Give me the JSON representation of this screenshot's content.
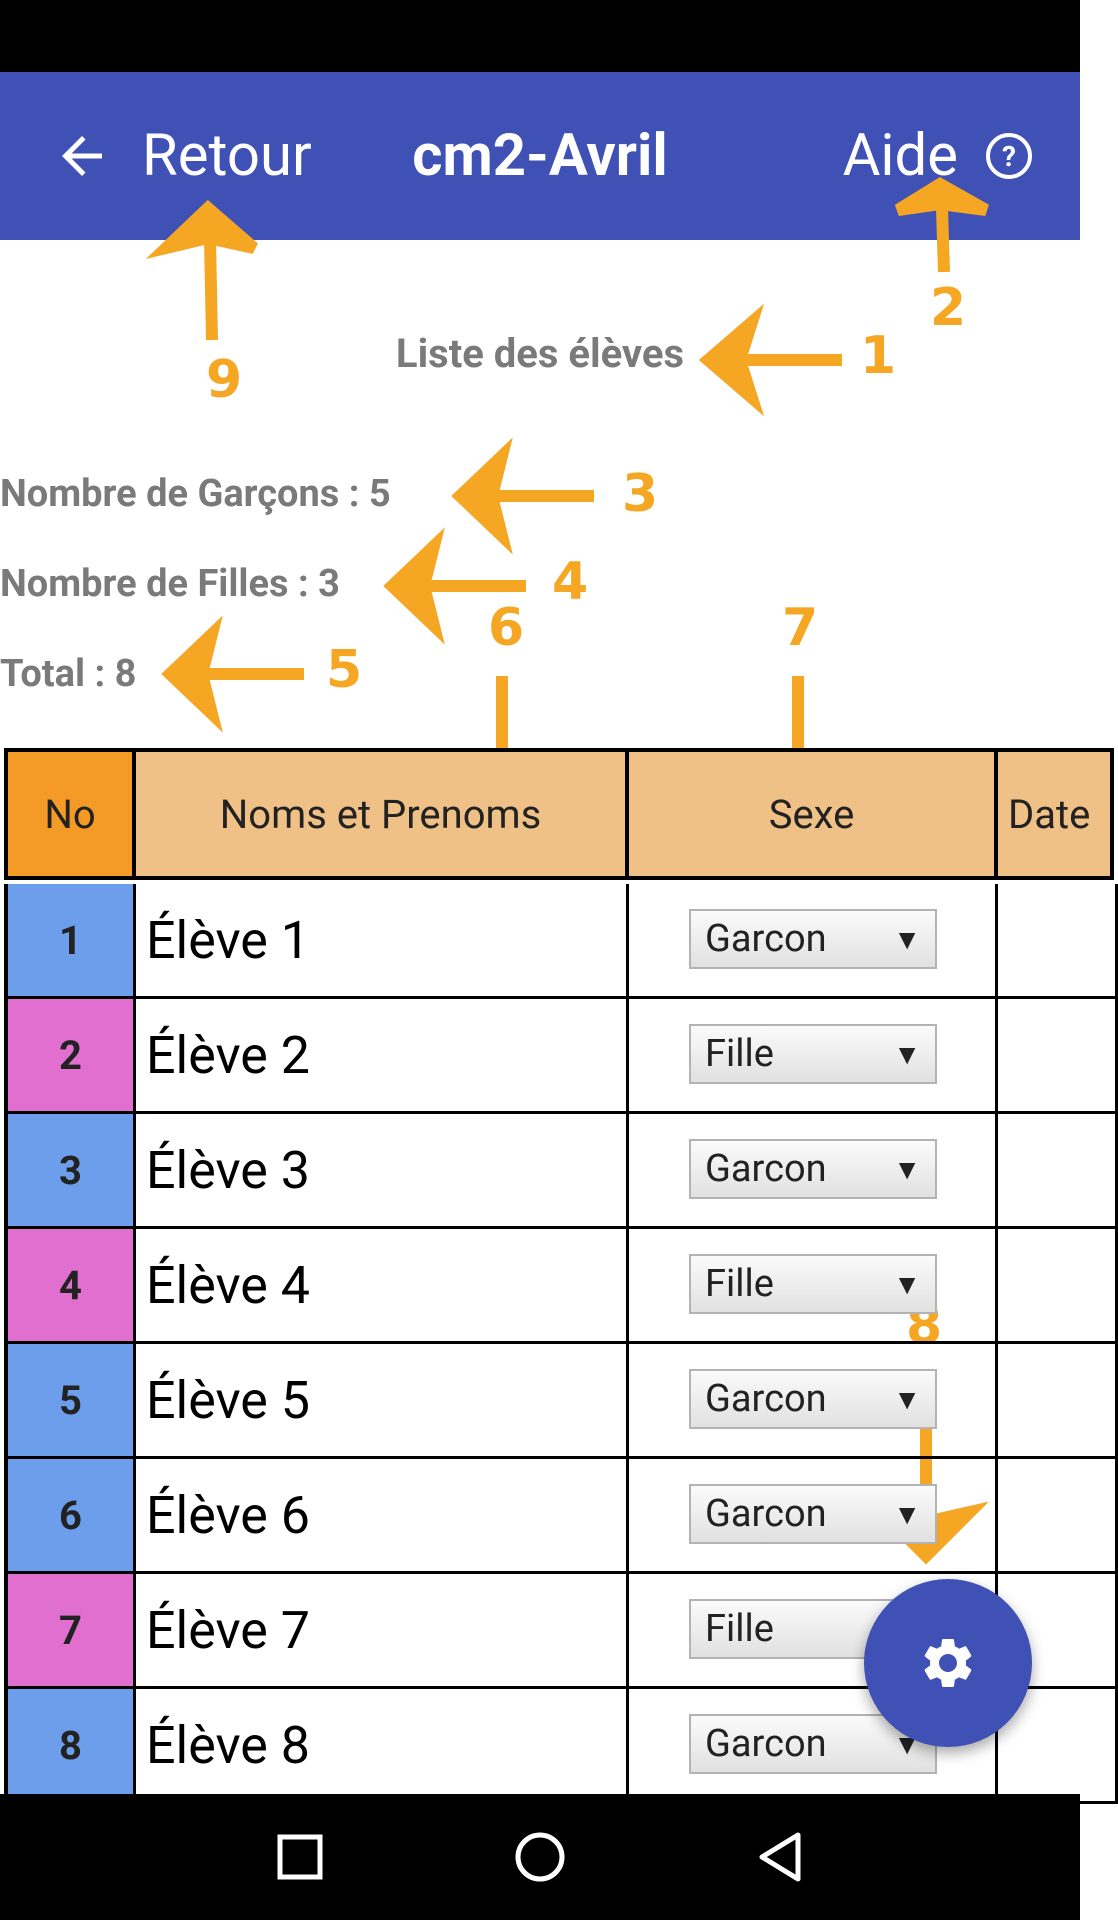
{
  "app_bar": {
    "back_label": "Retour",
    "title": "cm2-Avril",
    "help_label": "Aide",
    "color": "#3f51b5"
  },
  "subtitle": "Liste des élèves",
  "stats": {
    "boys": "Nombre de Garçons : 5",
    "girls": "Nombre de Filles : 3",
    "total": "Total : 8"
  },
  "table": {
    "headers": [
      "No",
      "Noms et Prenoms",
      "Sexe",
      "Date"
    ],
    "header_colors": {
      "no": "#f49a27",
      "other": "#f0c187"
    },
    "gender_colors": {
      "Garcon": "#6d9eeb",
      "Fille": "#e06fcf"
    },
    "rows": [
      {
        "no": "1",
        "name": "Élève 1",
        "sexe": "Garcon"
      },
      {
        "no": "2",
        "name": "Élève 2",
        "sexe": "Fille"
      },
      {
        "no": "3",
        "name": "Élève 3",
        "sexe": "Garcon"
      },
      {
        "no": "4",
        "name": "Élève 4",
        "sexe": "Fille"
      },
      {
        "no": "5",
        "name": "Élève 5",
        "sexe": "Garcon"
      },
      {
        "no": "6",
        "name": "Élève 6",
        "sexe": "Garcon"
      },
      {
        "no": "7",
        "name": "Élève 7",
        "sexe": "Fille"
      },
      {
        "no": "8",
        "name": "Élève 8",
        "sexe": "Garcon"
      }
    ]
  },
  "annotations": [
    "1",
    "2",
    "3",
    "4",
    "5",
    "6",
    "7",
    "8",
    "9"
  ],
  "annotation_color": "#f5a623",
  "icons": {
    "back": "arrow-back-icon",
    "help": "help-circle-icon",
    "fab": "gear-icon",
    "dropdown": "triangle-down-icon",
    "nav": [
      "square-icon",
      "circle-icon",
      "triangle-back-icon"
    ]
  }
}
